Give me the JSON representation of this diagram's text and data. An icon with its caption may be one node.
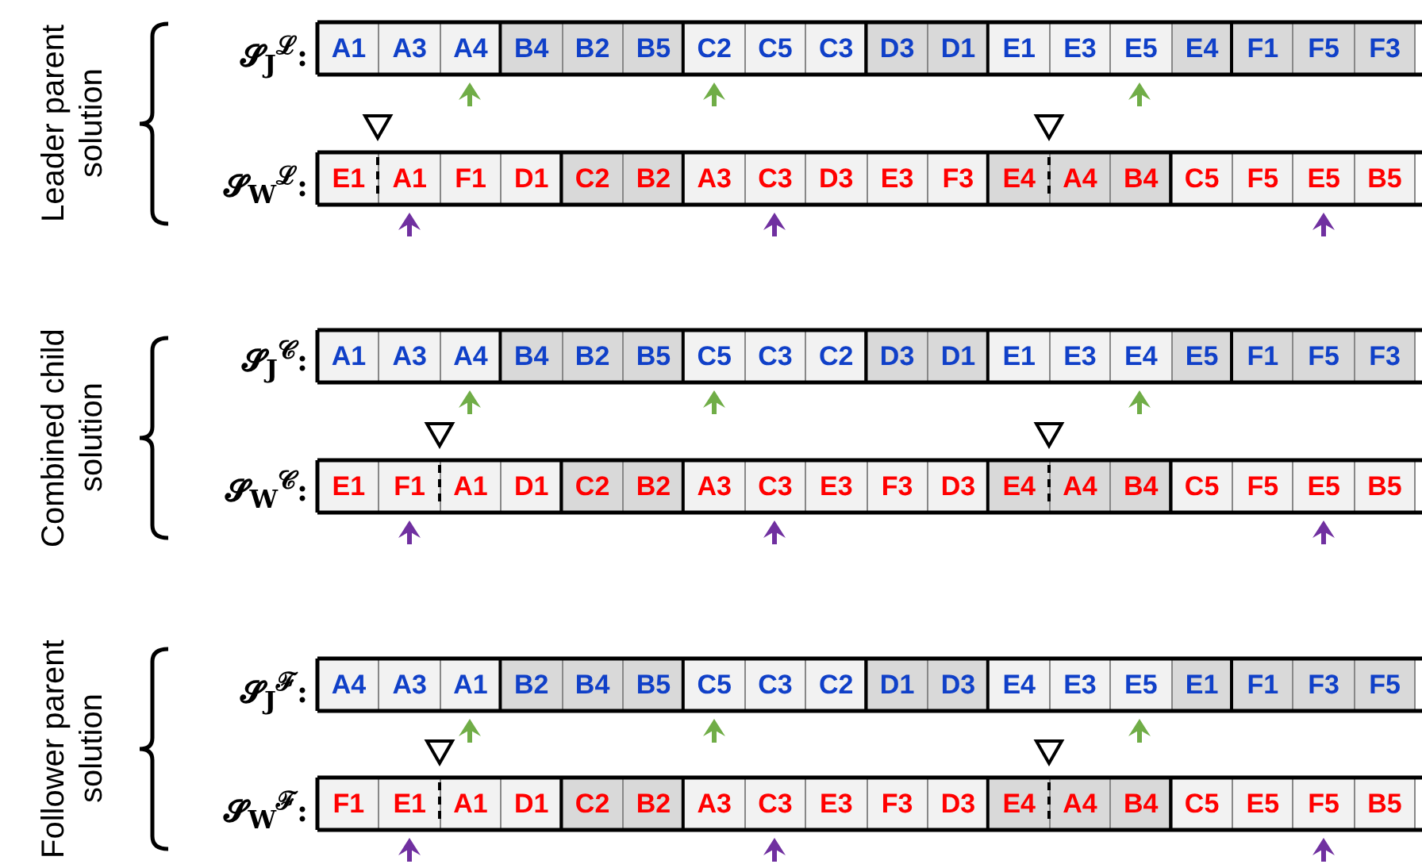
{
  "diagram": {
    "labels": [
      "Leader parent solution",
      "𝓢$_{J}$$^{ℒ}$:",
      "A1",
      "A3",
      "A4",
      "B4",
      "B2",
      "B5",
      "C2",
      "C5",
      "C3",
      "D3",
      "D1",
      "E1",
      "E3",
      "E5",
      "E4",
      "F1",
      "F5",
      "F3",
      "𝓢$_{W}$$^{ℒ}$:",
      "E1",
      "A1",
      "F1",
      "D1",
      "C2",
      "B2",
      "A3",
      "C3",
      "D3",
      "E3",
      "F3",
      "E4",
      "A4",
      "B4",
      "C5",
      "F5",
      "E5",
      "B5",
      "Combined child solution",
      "𝓢$_{J}$$^{𝒞}$:",
      "A1",
      "A3",
      "A4",
      "B4",
      "B2",
      "B5",
      "C5",
      "C3",
      "C2",
      "D3",
      "D1",
      "E1",
      "E3",
      "E4",
      "E5",
      "F1",
      "F5",
      "F3",
      "𝓢$_{W}$$^{𝒞}$:",
      "E1",
      "F1",
      "A1",
      "D1",
      "C2",
      "B2",
      "A3",
      "C3",
      "E3",
      "F3",
      "D3",
      "E4",
      "A4",
      "B4",
      "C5",
      "F5",
      "E5",
      "B5",
      "Follower parent solution",
      "𝓢$_{J}$$^{ℱ}$:",
      "A4",
      "A3",
      "A1",
      "B2",
      "B4",
      "B5",
      "C5",
      "C3",
      "C2",
      "D1",
      "D3",
      "E4",
      "E3",
      "E5",
      "E1",
      "F1",
      "F3",
      "F5",
      "𝓢$_{W}$$^{ℱ}$:",
      "F1",
      "E1",
      "A1",
      "D1",
      "C2",
      "B2",
      "A3",
      "C3",
      "E3",
      "F3",
      "D3",
      "E4",
      "A4",
      "B4",
      "C5",
      "E5",
      "F5",
      "B5"
    ]
  }
}
